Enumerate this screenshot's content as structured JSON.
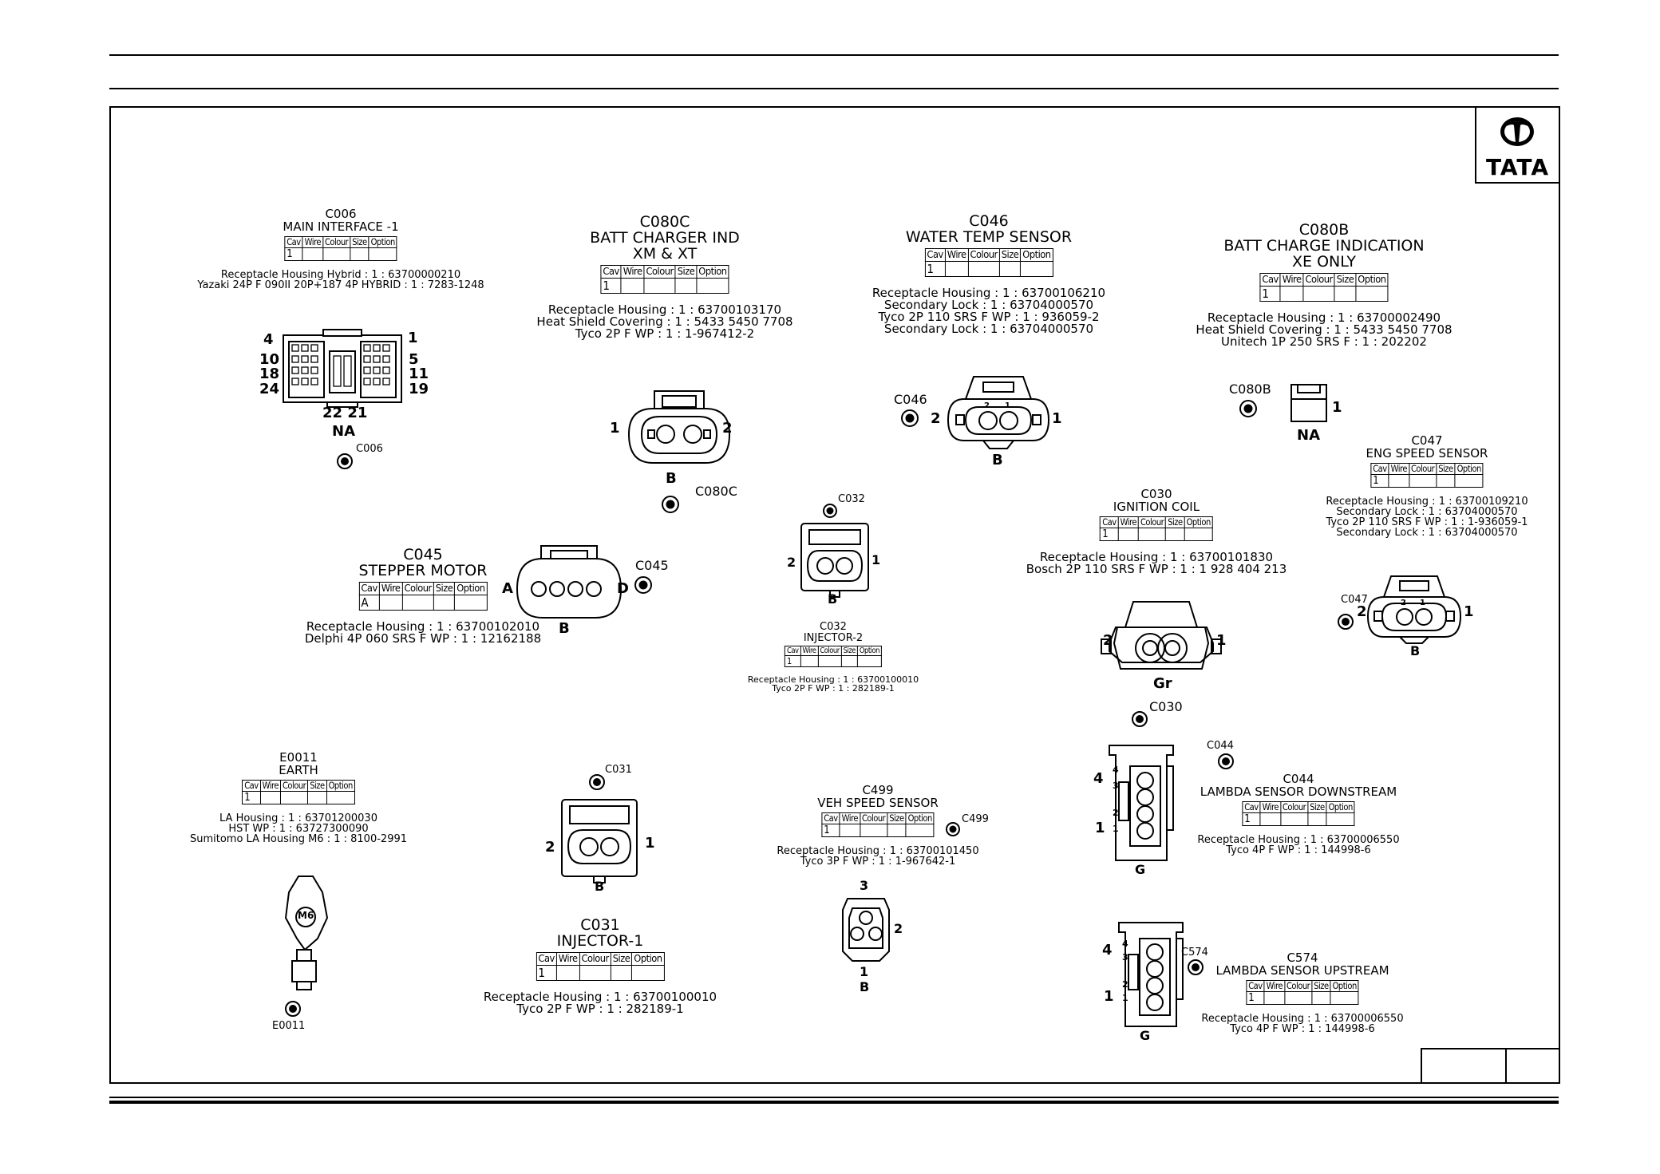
{
  "brand": {
    "logo_text": "TATA"
  },
  "table_headers": [
    "Cav",
    "Wire",
    "Colour",
    "Size",
    "Option"
  ],
  "connectors": [
    {
      "id": "c006",
      "ref": "C006",
      "title": [
        "MAIN INTERFACE -1"
      ],
      "cav": "1",
      "parts": [
        "Receptacle Housing Hybrid : 1 : 63700000210",
        "Yazaki 24P F 090II 20P+187 4P HYBRID : 1 : 7283-1248"
      ],
      "pins": [
        "4",
        "1",
        "10",
        "5",
        "18",
        "11",
        "24",
        "19",
        "22 21"
      ],
      "color": "NA",
      "marker": "C006"
    },
    {
      "id": "c080c",
      "ref": "C080C",
      "title": [
        "BATT CHARGER IND",
        "XM & XT"
      ],
      "cav": "1",
      "parts": [
        "Receptacle Housing : 1 : 63700103170",
        "Heat Shield Covering : 1 : 5433 5450 7708",
        "Tyco 2P F WP : 1 : 1-967412-2"
      ],
      "pins": [
        "1",
        "2"
      ],
      "color": "B",
      "marker": "C080C"
    },
    {
      "id": "c046",
      "ref": "C046",
      "title": [
        "WATER TEMP SENSOR"
      ],
      "cav": "1",
      "parts": [
        "Receptacle Housing : 1 : 63700106210",
        "Secondary Lock : 1 : 63704000570",
        "Tyco 2P 110 SRS F WP : 1 : 936059-2",
        "Secondary Lock : 1 : 63704000570"
      ],
      "pins": [
        "2",
        "1"
      ],
      "inner_pins": [
        "2",
        "1"
      ],
      "color": "B",
      "marker": "C046"
    },
    {
      "id": "c080b",
      "ref": "C080B",
      "title": [
        "BATT CHARGE INDICATION",
        "XE ONLY"
      ],
      "cav": "1",
      "parts": [
        "Receptacle Housing : 1 : 63700002490",
        "Heat Shield Covering : 1 : 5433 5450 7708",
        "Unitech 1P 250 SRS F : 1 : 202202"
      ],
      "pins": [
        "1"
      ],
      "color": "NA",
      "marker": "C080B"
    },
    {
      "id": "c047",
      "ref": "C047",
      "title": [
        "ENG SPEED SENSOR"
      ],
      "cav": "1",
      "parts": [
        "Receptacle Housing : 1 : 63700109210",
        "Secondary Lock : 1 : 63704000570",
        "Tyco 2P 110 SRS F WP : 1 : 1-936059-1",
        "Secondary Lock : 1 : 63704000570"
      ],
      "pins": [
        "2",
        "1"
      ],
      "inner_pins": [
        "2",
        "1"
      ],
      "color": "B",
      "marker": "C047"
    },
    {
      "id": "c045",
      "ref": "C045",
      "title": [
        "STEPPER MOTOR"
      ],
      "cav": "A",
      "parts": [
        "Receptacle Housing : 1 : 63700102010",
        "Delphi 4P 060 SRS F WP : 1 : 12162188"
      ],
      "pins": [
        "A",
        "D"
      ],
      "color": "B",
      "marker": "C045"
    },
    {
      "id": "c032",
      "ref": "C032",
      "title": [
        "INJECTOR-2"
      ],
      "cav": "1",
      "parts": [
        "Receptacle Housing : 1 : 63700100010",
        "Tyco 2P F WP : 1 : 282189-1"
      ],
      "pins": [
        "2",
        "1"
      ],
      "color": "B",
      "marker": "C032"
    },
    {
      "id": "c030",
      "ref": "C030",
      "title": [
        "IGNITION COIL"
      ],
      "cav": "1",
      "parts": [
        "Receptacle Housing : 1 : 63700101830",
        "Bosch 2P 110 SRS F WP : 1 : 1 928 404 213"
      ],
      "pins": [
        "2",
        "1"
      ],
      "color": "Gr",
      "marker": "C030"
    },
    {
      "id": "e0011",
      "ref": "E0011",
      "title": [
        "EARTH"
      ],
      "cav": "1",
      "parts": [
        "LA Housing : 1 : 63701200030",
        "HST WP : 1 : 63727300090",
        "Sumitomo LA Housing M6 : 1 : 8100-2991"
      ],
      "lug_label": "M6",
      "marker": "E0011"
    },
    {
      "id": "c031",
      "ref": "C031",
      "title": [
        "INJECTOR-1"
      ],
      "cav": "1",
      "parts": [
        "Receptacle Housing : 1 : 63700100010",
        "Tyco 2P F WP : 1 : 282189-1"
      ],
      "pins": [
        "2",
        "1"
      ],
      "color": "B",
      "marker": "C031"
    },
    {
      "id": "c499",
      "ref": "C499",
      "title": [
        "VEH SPEED SENSOR"
      ],
      "cav": "1",
      "parts": [
        "Receptacle Housing : 1 : 63700101450",
        "Tyco 3P F WP : 1 : 1-967642-1"
      ],
      "pins": [
        "3",
        "2",
        "1"
      ],
      "color": "B",
      "marker": "C499"
    },
    {
      "id": "c044",
      "ref": "C044",
      "title": [
        "LAMBDA SENSOR DOWNSTREAM"
      ],
      "cav": "1",
      "parts": [
        "Receptacle Housing : 1 : 63700006550",
        "Tyco 4P F WP : 1 : 144998-6"
      ],
      "pins": [
        "4",
        "1"
      ],
      "inner_pins": [
        "4",
        "3",
        "2",
        "1"
      ],
      "color": "G",
      "marker": "C044"
    },
    {
      "id": "c574",
      "ref": "C574",
      "title": [
        "LAMBDA SENSOR UPSTREAM"
      ],
      "cav": "1",
      "parts": [
        "Receptacle Housing : 1 : 63700006550",
        "Tyco 4P F WP : 1 : 144998-6"
      ],
      "pins": [
        "4",
        "1"
      ],
      "inner_pins": [
        "4",
        "3",
        "2",
        "1"
      ],
      "color": "G",
      "marker": "C574"
    }
  ]
}
